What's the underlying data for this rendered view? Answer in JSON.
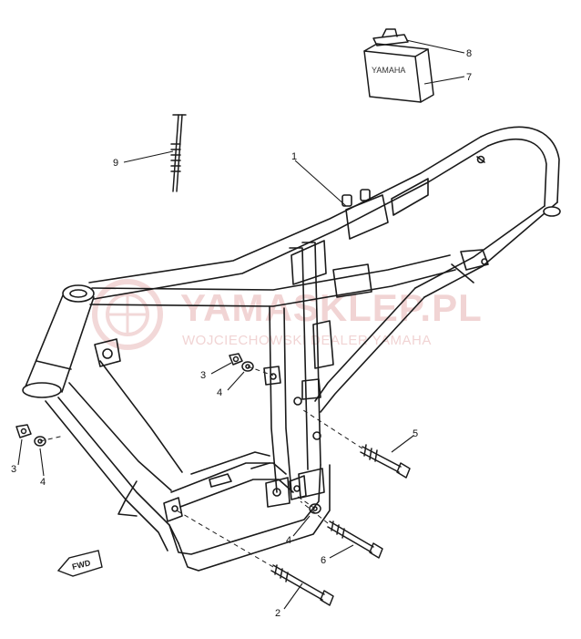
{
  "watermark": {
    "main": "YAMASKLEP.PL",
    "sub": "WOJCIECHOWSKI DEALER YAMAHA"
  },
  "direction_label": "FWD",
  "part_box_label": "YAMAHA",
  "callouts": [
    "1",
    "2",
    "3",
    "4",
    "5",
    "6",
    "7",
    "8",
    "9",
    "3",
    "4",
    "4"
  ],
  "colors": {
    "line": "#1a1a1a",
    "watermark": "#f1d4d4",
    "background": "#ffffff"
  }
}
